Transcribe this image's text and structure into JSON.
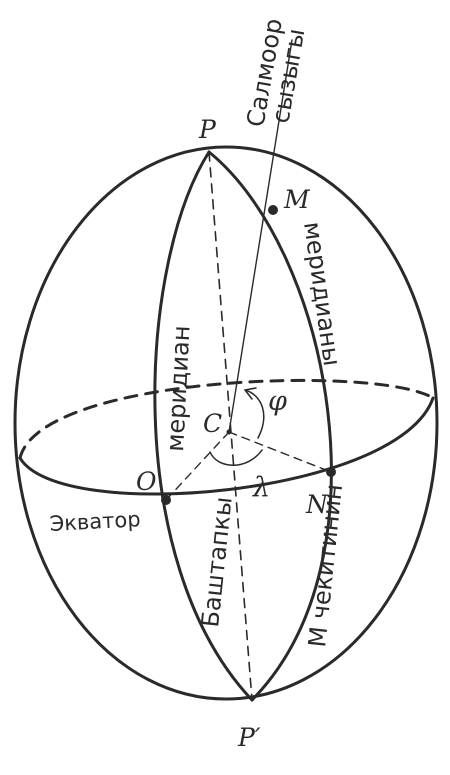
{
  "labels": {
    "P": "P",
    "P_prime": "P′",
    "M": "M",
    "C": "C",
    "O": "O",
    "N": "N",
    "phi": "φ",
    "lambda": "λ",
    "equator": "Экватор",
    "axis_line_1": "Салмоор",
    "axis_line_2": "сызыгы",
    "prime_meridian_1": "Баштапкы",
    "prime_meridian_2": "меридиан",
    "m_meridian_1": "М чекитинин",
    "m_meridian_2": "меридианы"
  },
  "colors": {
    "ink": "#2a2a2a",
    "background": "#ffffff"
  }
}
